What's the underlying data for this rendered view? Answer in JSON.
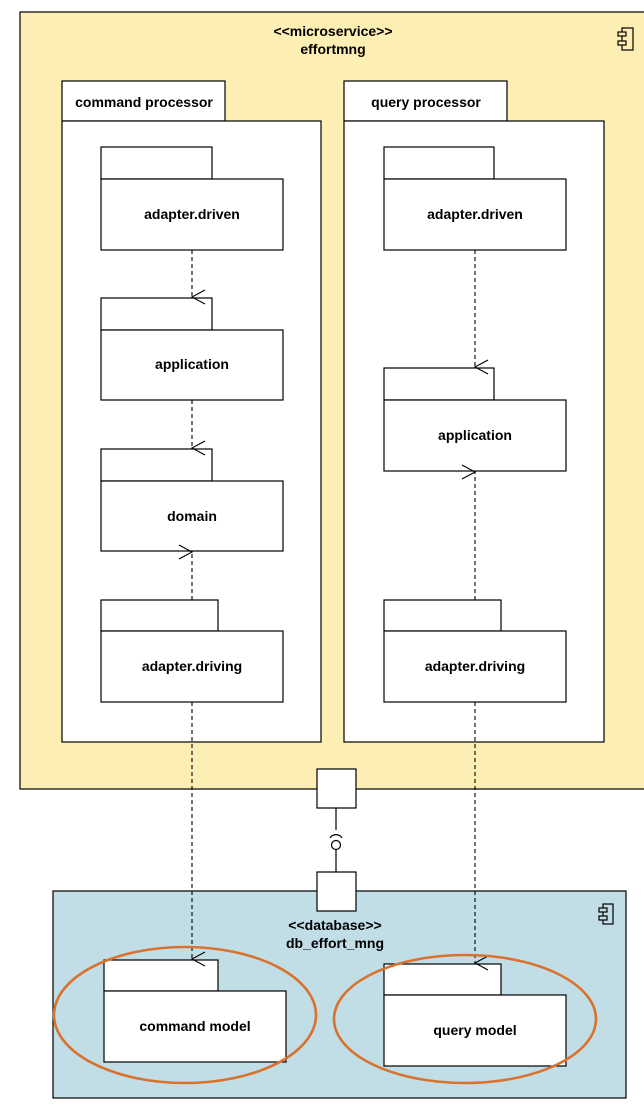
{
  "microservice": {
    "stereotype": "<<microservice>>",
    "name": "effortmng",
    "fill_color": "#fdeeb3",
    "icon": "component-icon"
  },
  "command_processor": {
    "title": "command processor",
    "packages": {
      "driven": "adapter.driven",
      "application": "application",
      "domain": "domain",
      "driving": "adapter.driving"
    }
  },
  "query_processor": {
    "title": "query processor",
    "packages": {
      "driven": "adapter.driven",
      "application": "application",
      "driving": "adapter.driving"
    }
  },
  "database": {
    "stereotype": "<<database>>",
    "name": "db_effort_mng",
    "fill_color": "#c1dee7",
    "icon": "component-icon",
    "models": {
      "command": "command model",
      "query": "query model"
    }
  },
  "highlight_color": "#d9722e"
}
